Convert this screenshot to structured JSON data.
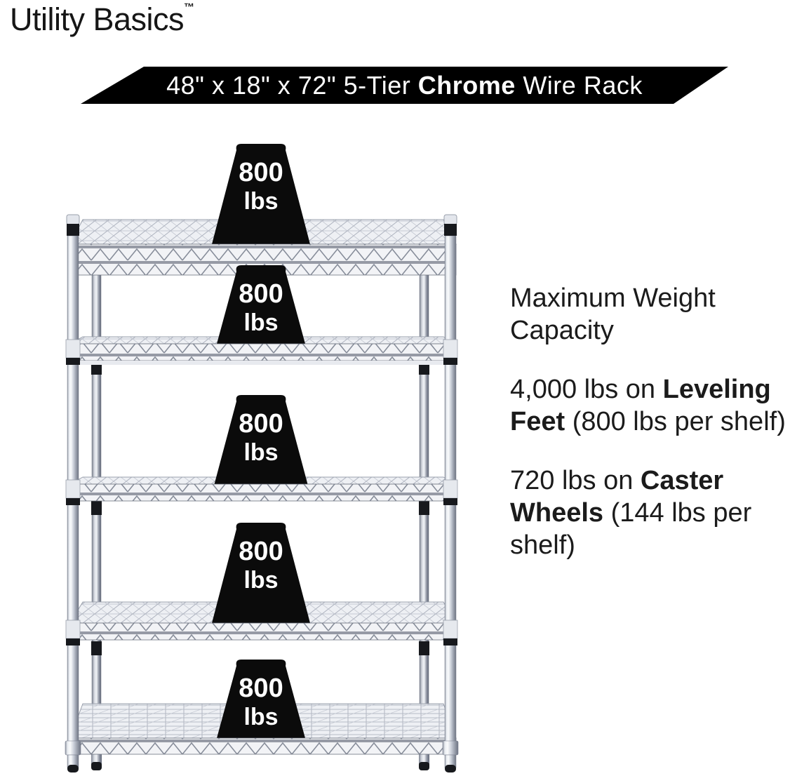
{
  "brand": {
    "name": "Utility Basics",
    "trademark": "™"
  },
  "banner": {
    "part1": "48\" x 18\" x 72\" 5-Tier ",
    "bold": "Chrome",
    "part2": " Wire Rack",
    "bg_color": "#000000",
    "text_color": "#ffffff"
  },
  "rack": {
    "tier_count": 5,
    "badge_color": "#0b0b0b",
    "badges": [
      {
        "value": "800",
        "unit": "lbs"
      },
      {
        "value": "800",
        "unit": "lbs"
      },
      {
        "value": "800",
        "unit": "lbs"
      },
      {
        "value": "800",
        "unit": "lbs"
      },
      {
        "value": "800",
        "unit": "lbs"
      }
    ]
  },
  "info": {
    "heading": "Maximum Weight Capacity",
    "paragraphs": [
      {
        "part1": "4,000 lbs on ",
        "bold": "Leveling Feet",
        "part2": " (800 lbs per shelf)"
      },
      {
        "part1": "720 lbs on ",
        "bold": "Caster Wheels",
        "part2": " (144 lbs per shelf)"
      }
    ]
  }
}
